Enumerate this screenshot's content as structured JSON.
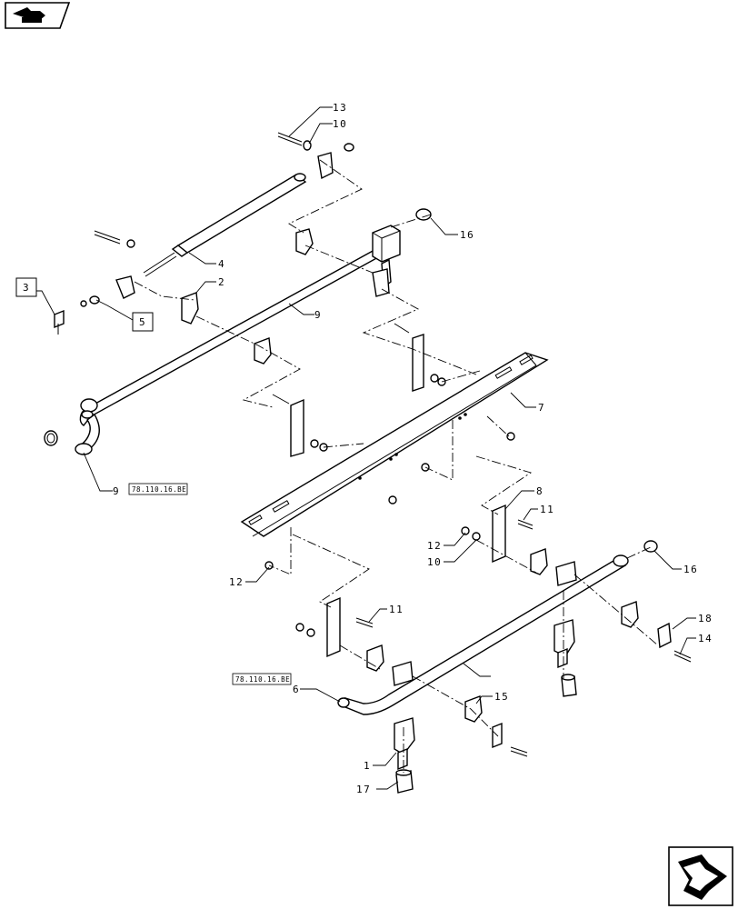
{
  "diagram": {
    "part_callouts": [
      "13",
      "10",
      "16",
      "4",
      "2",
      "9",
      "3",
      "5",
      "9",
      "7",
      "8",
      "11",
      "12",
      "10",
      "12",
      "16",
      "11",
      "18",
      "14",
      "6",
      "15",
      "1",
      "17"
    ],
    "section_references": [
      "78.110.16.BE",
      "78.110.16.BE"
    ],
    "boxed_callouts": [
      "3",
      "5"
    ]
  },
  "icons": {
    "top_left": "previous-page-icon",
    "bottom_right": "next-page-icon"
  }
}
